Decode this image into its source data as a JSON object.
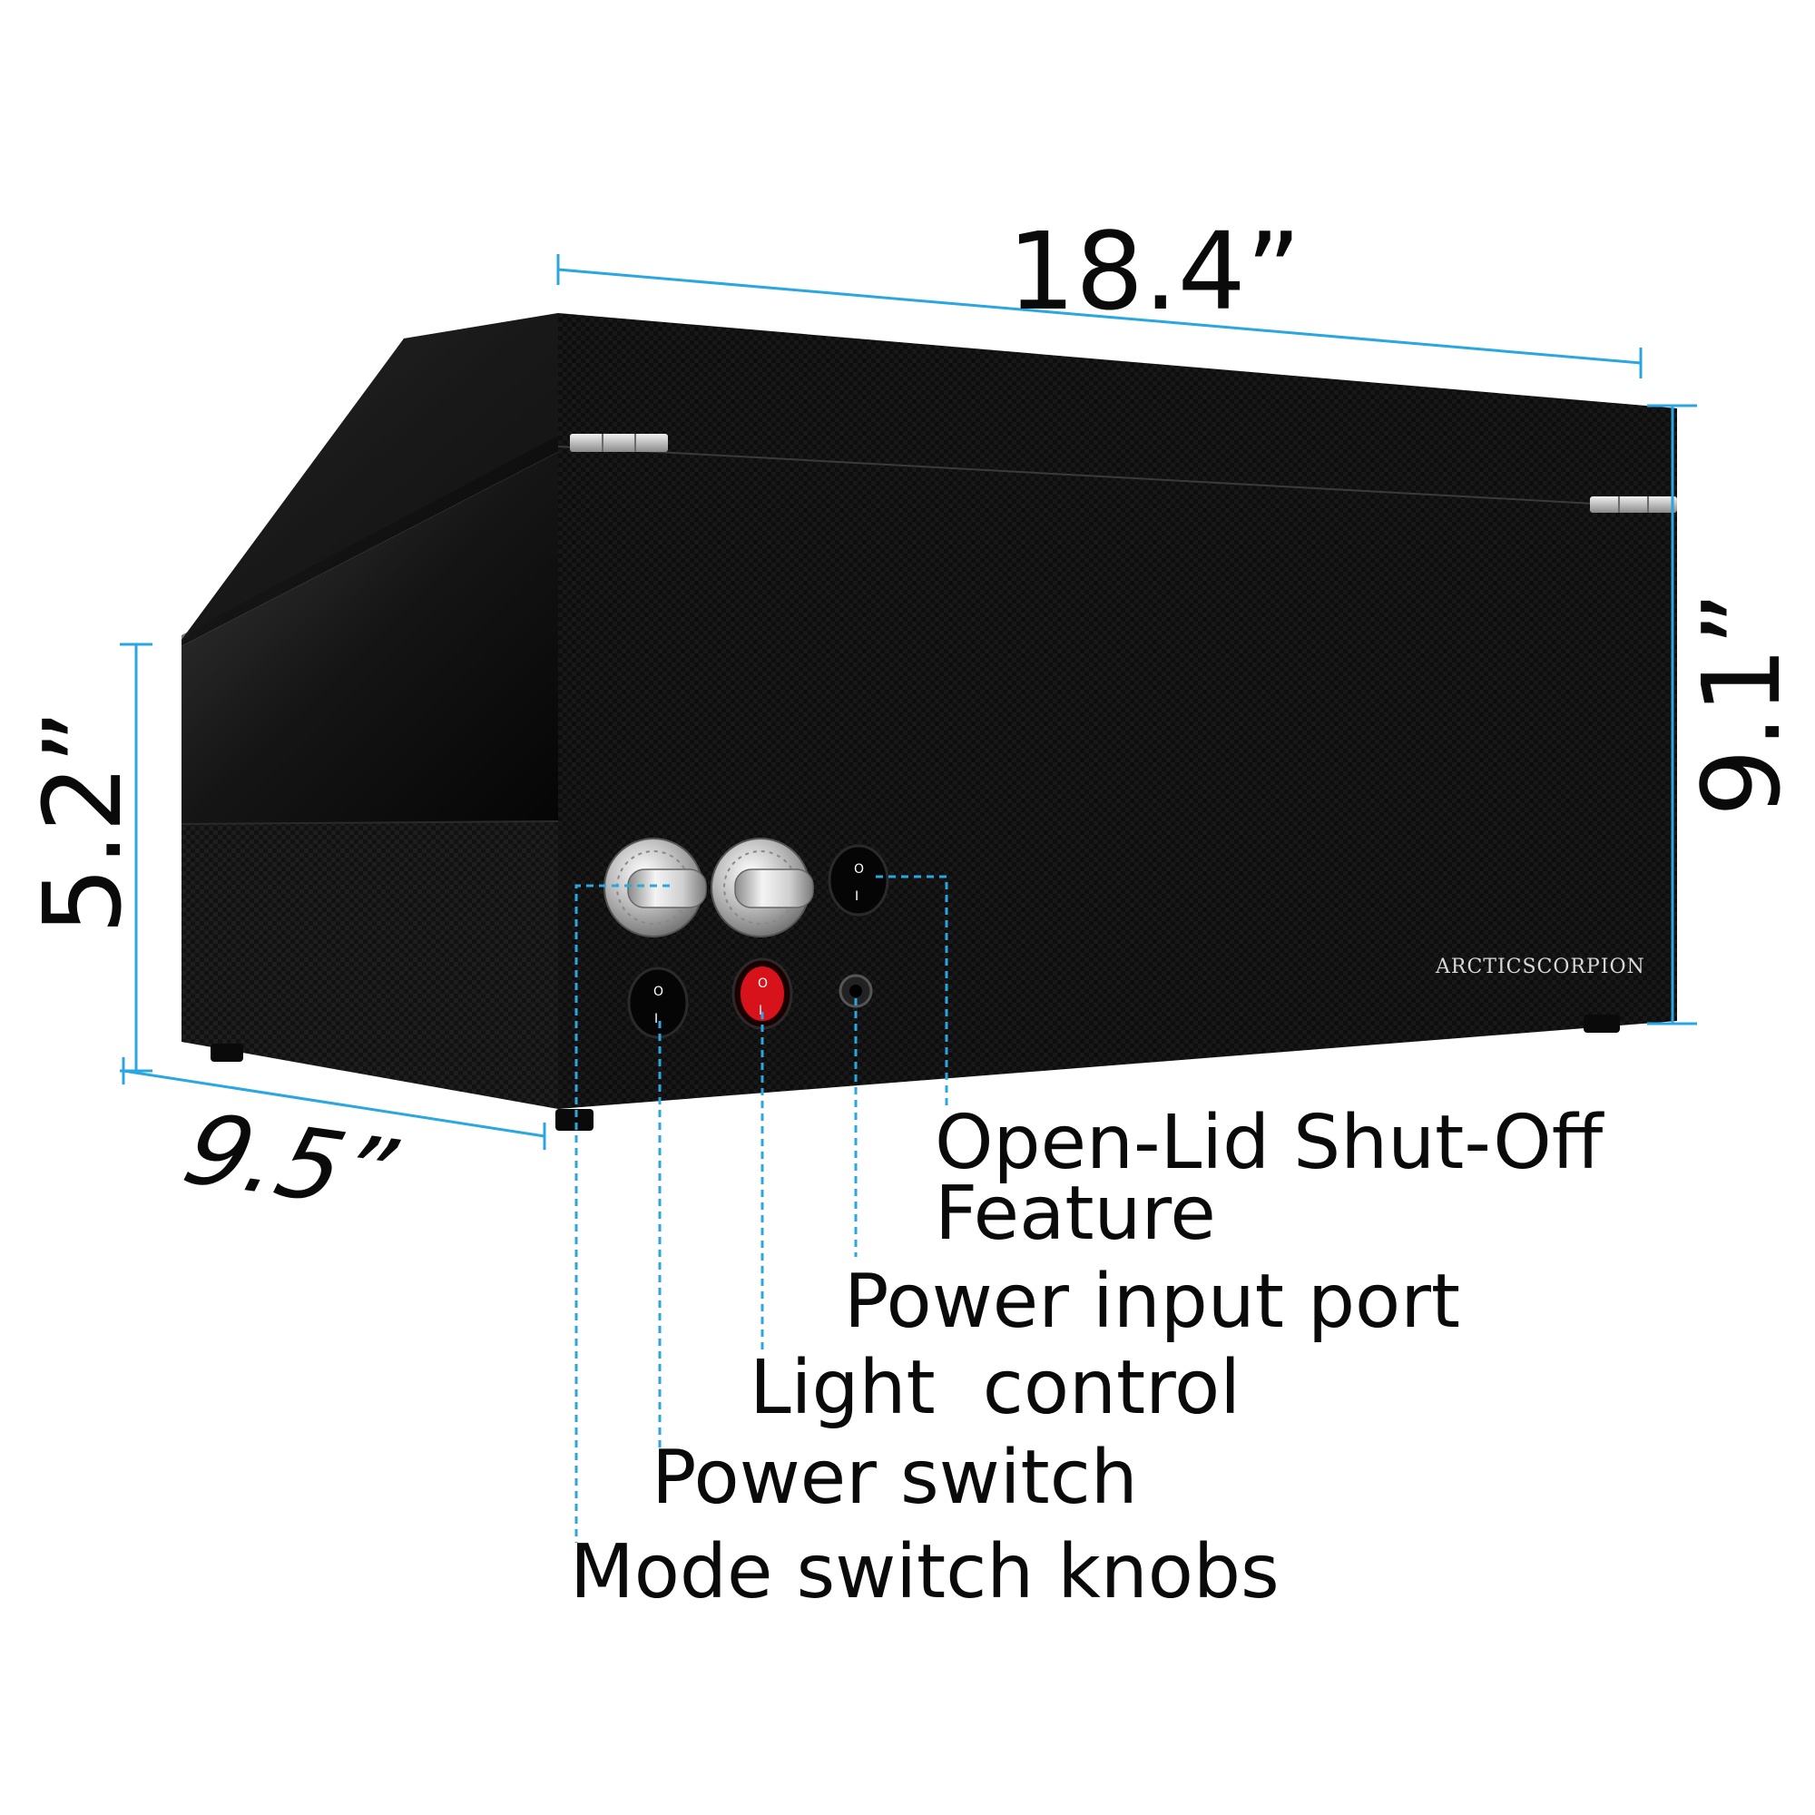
{
  "dimensions": {
    "width": "18.4”",
    "height": "9.1”",
    "lid_height": "5.2”",
    "depth": "9.5”"
  },
  "brand": "ARCTICSCORPION",
  "features": {
    "open_lid": [
      "Open-Lid Shut-Off",
      "Feature"
    ],
    "power_input": "Power input port",
    "light_control": "Light  control",
    "power_switch": "Power switch",
    "mode_knobs": "Mode switch knobs"
  },
  "switch_labels": {
    "on": "I",
    "off": "O"
  },
  "colors": {
    "dimension_line": "#2aa6e0",
    "box": "#0d0d0d",
    "light_switch": "#d8121b"
  }
}
